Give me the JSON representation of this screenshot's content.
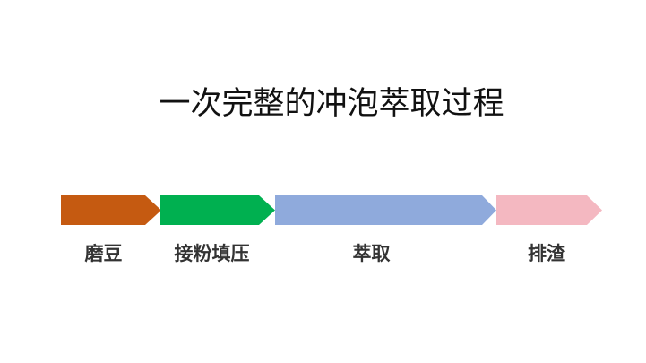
{
  "slide": {
    "title": "一次完整的冲泡萃取过程"
  },
  "process": {
    "steps": [
      {
        "label": "磨豆",
        "color": "#C55A11"
      },
      {
        "label": "接粉填压",
        "color": "#00B050"
      },
      {
        "label": "萃取",
        "color": "#8FAADC"
      },
      {
        "label": "排渣",
        "color": "#F4B8C1"
      }
    ]
  }
}
